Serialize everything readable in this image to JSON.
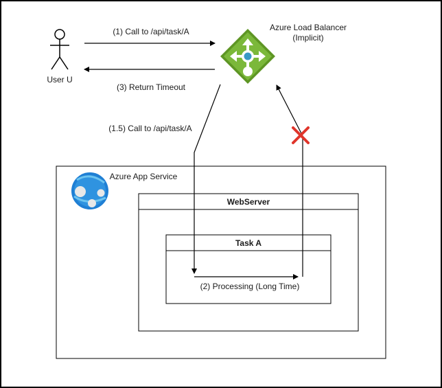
{
  "actor": {
    "label": "User U"
  },
  "load_balancer": {
    "title": "Azure Load Balancer",
    "subtitle": "(Implicit)"
  },
  "messages": {
    "call": "(1) Call to /api/task/A",
    "forward": "(1.5) Call to /api/task/A",
    "timeout": "(3) Return Timeout",
    "processing": "(2) Processing (Long Time)"
  },
  "app_service": {
    "label": "Azure App Service"
  },
  "webserver": {
    "title": "WebServer"
  },
  "task": {
    "title": "Task A"
  },
  "colors": {
    "lb_green_dark": "#5e9624",
    "lb_green_light": "#7bb83a",
    "lb_blue": "#3999c6",
    "app_blue": "#1f7fd4",
    "error_red": "#e0352b"
  },
  "icons": [
    "user-icon",
    "load-balancer-icon",
    "app-service-icon",
    "cross-icon"
  ]
}
